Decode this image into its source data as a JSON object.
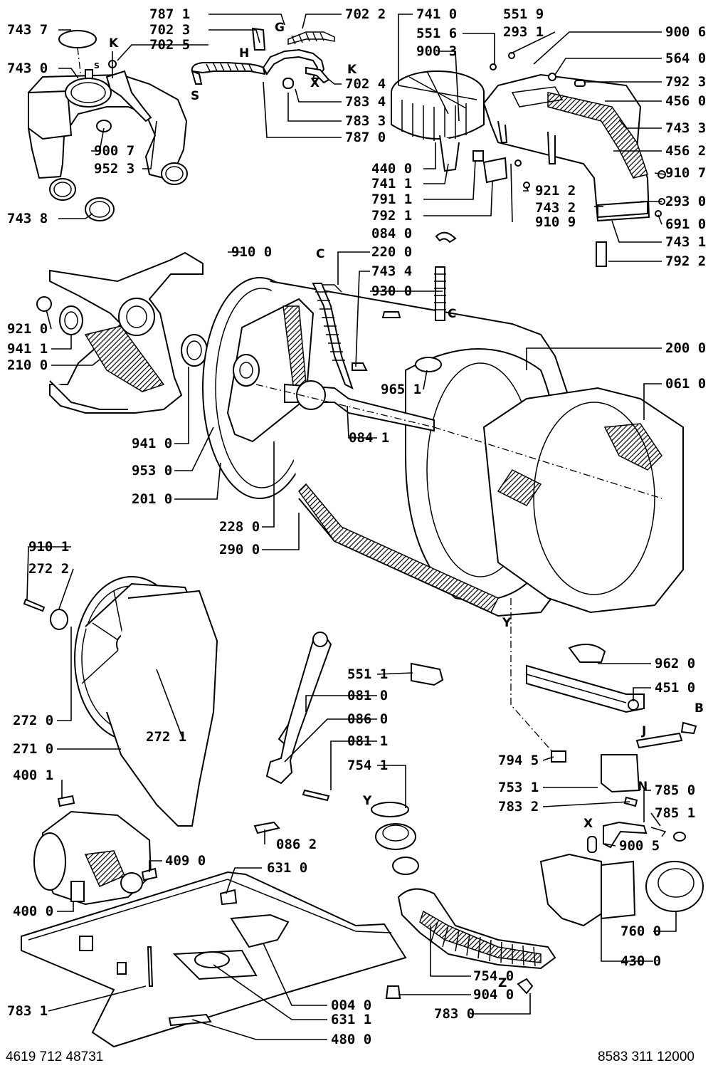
{
  "diagram": {
    "footer_left": "4619 712 48731",
    "footer_right": "8583 311 12000",
    "part_labels": {
      "p7437": "743 7",
      "p7430": "743 0",
      "p9007": "900 7",
      "p9523": "952 3",
      "p7438": "743 8",
      "p7871": "787 1",
      "p7023": "702 3",
      "p7025": "702 5",
      "p7022": "702 2",
      "p7024": "702 4",
      "p7834": "783 4",
      "p7833": "783 3",
      "p7870": "787 0",
      "p7410": "741 0",
      "p5516": "551 6",
      "p9003": "900 3",
      "p5519": "551 9",
      "p2931": "293 1",
      "p9006": "900 6",
      "p5640": "564 0",
      "p7923": "792 3",
      "p4560": "456 0",
      "p7433": "743 3",
      "p4562": "456 2",
      "p9107": "910 7",
      "p4400": "440 0",
      "p7411": "741 1",
      "p7911": "791 1",
      "p7921": "792 1",
      "p9212": "921 2",
      "p7432": "743 2",
      "p2930": "293 0",
      "p9109": "910 9",
      "p6910": "691 0",
      "p0840": "084 0",
      "p7431": "743 1",
      "p7922": "792 2",
      "p9100": "910 0",
      "p2200": "220 0",
      "p7434": "743 4",
      "p9300": "930 0",
      "p9210": "921 0",
      "p9411": "941 1",
      "p2100": "210 0",
      "p2000": "200 0",
      "p9651": "965 1",
      "p0610": "061 0",
      "p0841": "084 1",
      "p9410": "941 0",
      "p9530": "953 0",
      "p2010": "201 0",
      "p2280": "228 0",
      "p2900": "290 0",
      "p9101": "910 1",
      "p2722": "272 2",
      "p2720": "272 0",
      "p2721": "272 1",
      "p2710": "271 0",
      "p5511": "551 1",
      "p0810": "081 0",
      "p0860": "086 0",
      "p0811": "081 1",
      "p7541": "754 1",
      "p9620": "962 0",
      "p4510": "451 0",
      "p7945": "794 5",
      "p7531": "753 1",
      "p7832": "783 2",
      "p7850": "785 0",
      "p7851": "785 1",
      "p9005": "900 5",
      "p4001": "400 1",
      "p4090": "409 0",
      "p4000": "400 0",
      "p0862": "086 2",
      "p6310": "631 0",
      "p7600": "760 0",
      "p4300": "430 0",
      "p7540": "754 0",
      "p9040": "904 0",
      "p7830": "783 0",
      "p7831": "783 1",
      "p0040": "004 0",
      "p6311": "631 1",
      "p4800": "480 0"
    },
    "connector_letters": {
      "k1": "K",
      "s1": "S",
      "g": "G",
      "h": "H",
      "x1": "X",
      "k2": "K",
      "s2": "S",
      "c1": "C",
      "c2": "C",
      "y1": "Y",
      "b": "B",
      "j": "J",
      "n": "N",
      "y2": "Y",
      "x2": "X",
      "z": "Z"
    }
  }
}
